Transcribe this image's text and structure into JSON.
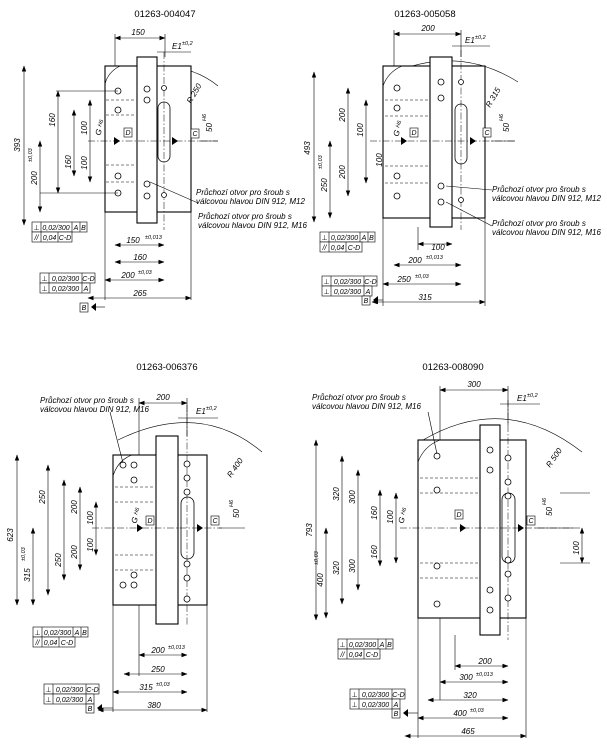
{
  "drawings": [
    {
      "title": "01263-004047",
      "dims": {
        "top_width": "150",
        "e1": "E1",
        "e1_tol": "±0,2",
        "radius": "R 250",
        "slot": "50",
        "slot_tol": "H6",
        "height_total": "393",
        "height_inner": "200",
        "height_inner_tol": "±0,03",
        "v_160": "160",
        "v_160b": "160",
        "v_100a": "100",
        "v_100b": "100",
        "g": "G",
        "g_tol": "H6",
        "d_150": "150",
        "d_150_tol": "±0,013",
        "d_160": "160",
        "d_200": "200",
        "d_200_tol": "±0,03",
        "d_265": "265"
      },
      "notes": [
        "Průchozí otvor pro šroub s válcovou hlavou DIN 912, M12",
        "Průchozí otvor pro šroub s válcovou hlavou DIN 912, M16"
      ],
      "tol_boxes_upper": [
        {
          "sym": "⊥",
          "val": "0,02/300",
          "ref": "A",
          "ref2": "B"
        },
        {
          "sym": "//",
          "val": "0,04",
          "ref": "C-D",
          "ref2": ""
        }
      ],
      "tol_boxes_lower": [
        {
          "sym": "⊥",
          "val": "0,02/300",
          "ref": "C-D"
        },
        {
          "sym": "⊥",
          "val": "0,02/300",
          "ref": "A"
        }
      ],
      "datums": {
        "c": "C",
        "d": "D",
        "b": "B"
      }
    },
    {
      "title": "01263-005058",
      "dims": {
        "top_width": "200",
        "e1": "E1",
        "e1_tol": "±0,2",
        "radius": "R 315",
        "slot": "50",
        "slot_tol": "H6",
        "height_total": "493",
        "height_inner": "250",
        "height_inner_tol": "±0,03",
        "v_160": "200",
        "v_160b": "200",
        "v_100a": "100",
        "v_100b": "100",
        "g": "G",
        "g_tol": "H6",
        "d_150": "100",
        "d_150_tol": "",
        "d_160": "200",
        "d_160_tol": "±0,013",
        "d_200": "250",
        "d_200_tol": "±0,03",
        "d_265": "315"
      },
      "notes": [
        "Průchozí otvor pro šroub s válcovou hlavou DIN 912, M12",
        "Průchozí otvor pro šroub s válcovou hlavou DIN 912, M16"
      ],
      "tol_boxes_upper": [
        {
          "sym": "⊥",
          "val": "0,02/300",
          "ref": "A",
          "ref2": "B"
        },
        {
          "sym": "//",
          "val": "0,04",
          "ref": "C-D",
          "ref2": ""
        }
      ],
      "tol_boxes_lower": [
        {
          "sym": "⊥",
          "val": "0,02/300",
          "ref": "C-D"
        },
        {
          "sym": "⊥",
          "val": "0,02/300",
          "ref": "A"
        }
      ],
      "datums": {
        "c": "C",
        "d": "D",
        "b": "B"
      }
    },
    {
      "title": "01263-006376",
      "dims": {
        "top_width": "200",
        "e1": "E1",
        "e1_tol": "±0,2",
        "radius": "R 400",
        "slot": "50",
        "slot_tol": "H6",
        "height_total": "623",
        "height_inner": "315",
        "height_inner_tol": "±0,03",
        "v_250a": "250",
        "v_250b": "250",
        "v_200a": "200",
        "v_200b": "200",
        "v_100a": "100",
        "v_100b": "100",
        "g": "G",
        "g_tol": "H6",
        "d_200": "200",
        "d_200_tol": "±0,013",
        "d_250": "250",
        "d_315": "315",
        "d_315_tol": "±0,03",
        "d_380": "380"
      },
      "notes": [
        "Průchozí otvor pro šroub s válcovou hlavou DIN 912, M16"
      ],
      "tol_boxes_upper": [
        {
          "sym": "⊥",
          "val": "0,02/300",
          "ref": "A",
          "ref2": "B"
        },
        {
          "sym": "//",
          "val": "0,04",
          "ref": "C-D",
          "ref2": ""
        }
      ],
      "tol_boxes_lower": [
        {
          "sym": "⊥",
          "val": "0,02/300",
          "ref": "C-D"
        },
        {
          "sym": "⊥",
          "val": "0,02/300",
          "ref": "A"
        }
      ],
      "datums": {
        "c": "C",
        "d": "D",
        "b": "B"
      }
    },
    {
      "title": "01263-008090",
      "dims": {
        "top_width": "300",
        "e1": "E1",
        "e1_tol": "±0,2",
        "radius": "R 500",
        "slot": "50",
        "slot_tol": "H6",
        "height_total": "793",
        "height_inner": "400",
        "height_inner_tol": "±0,03",
        "v_320a": "320",
        "v_320b": "320",
        "v_300a": "300",
        "v_300b": "300",
        "v_160a": "160",
        "v_160b": "160",
        "v_100a": "100",
        "v_100b": "100",
        "g": "G",
        "g_tol": "H6",
        "d_200": "200",
        "d_300": "300",
        "d_300_tol": "±0,013",
        "d_320": "320",
        "d_400": "400",
        "d_400_tol": "±0,03",
        "d_465": "465"
      },
      "notes": [
        "Průchozí otvor pro šroub s válcovou hlavou DIN 912, M16"
      ],
      "tol_boxes_upper": [
        {
          "sym": "⊥",
          "val": "0,02/300",
          "ref": "A",
          "ref2": "B"
        },
        {
          "sym": "//",
          "val": "0,04",
          "ref": "C-D",
          "ref2": ""
        }
      ],
      "tol_boxes_lower": [
        {
          "sym": "⊥",
          "val": "0,02/300",
          "ref": "C-D"
        },
        {
          "sym": "⊥",
          "val": "0,02/300",
          "ref": "A"
        }
      ],
      "datums": {
        "c": "C",
        "d": "D",
        "b": "B"
      }
    }
  ]
}
